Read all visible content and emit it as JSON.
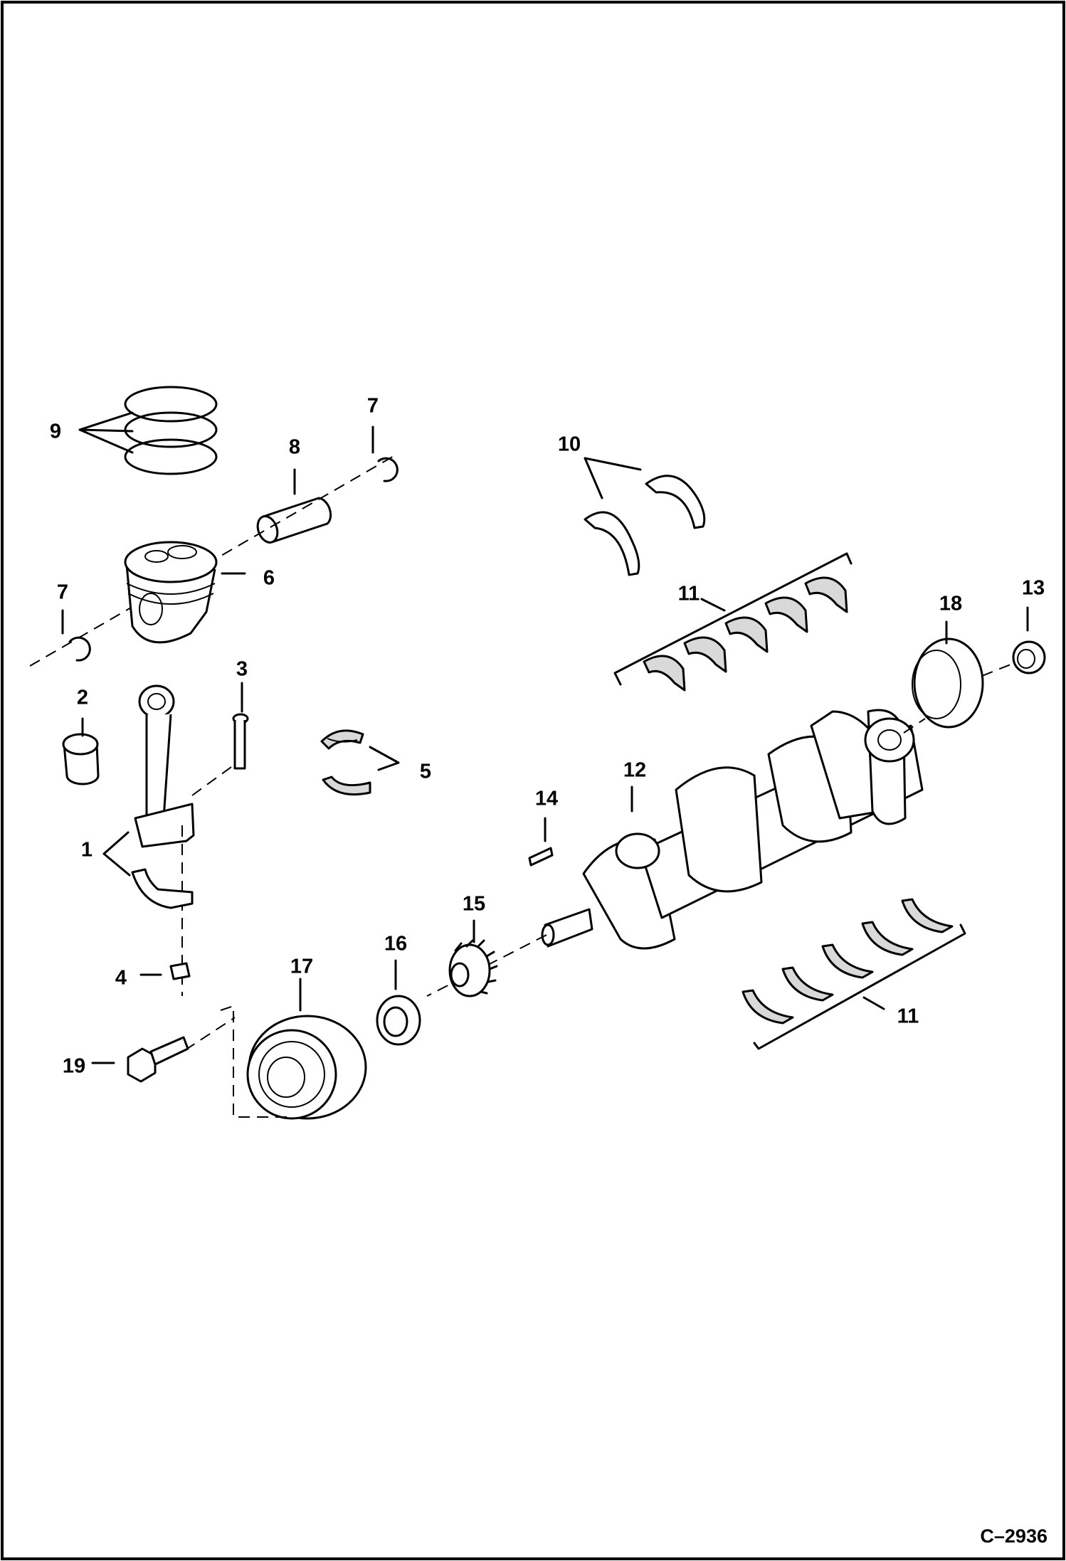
{
  "figure_id": "C–2936",
  "callouts": {
    "c1": "1",
    "c2": "2",
    "c3": "3",
    "c4": "4",
    "c5": "5",
    "c6": "6",
    "c7a": "7",
    "c7b": "7",
    "c8": "8",
    "c9": "9",
    "c10": "10",
    "c11a": "11",
    "c11b": "11",
    "c12": "12",
    "c13": "13",
    "c14": "14",
    "c15": "15",
    "c16": "16",
    "c17": "17",
    "c18": "18",
    "c19": "19"
  }
}
